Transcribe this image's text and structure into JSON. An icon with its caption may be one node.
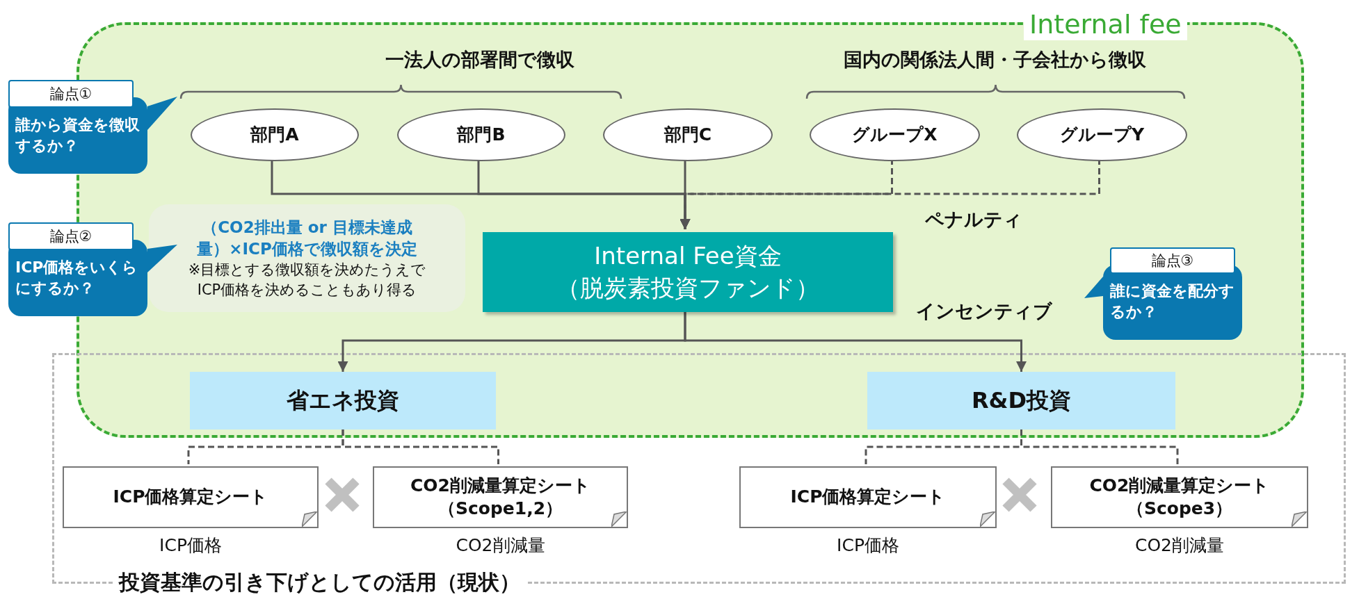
{
  "diagram": {
    "nodes": [
      {
        "text": [
          "Internal fee"
        ]
      },
      {
        "text": [
          "論点①",
          "誰から資金を徴収するか？"
        ]
      },
      {
        "text": [
          "部門A"
        ],
        "in": 0
      },
      {
        "text": [
          "部門B"
        ],
        "in": 0
      },
      {
        "text": [
          "部門C"
        ],
        "in": 0
      },
      {
        "text": [
          "グループX"
        ],
        "in": 0
      },
      {
        "text": [
          "グループY"
        ],
        "in": 0
      },
      {
        "text": [
          "論点②",
          "ICP価格をいくらにするか？"
        ]
      },
      {
        "text": [
          "（CO2排出量 or 目標未達成量）×ICP価格で徴収額を決定",
          "※目標とする徴収額を決めたうえでICP価格を決めることもあり得る"
        ],
        "in": 0
      },
      {
        "text": [
          "Internal Fee資金",
          "（脱炭素投資ファンド）"
        ],
        "in": 0
      },
      {
        "text": [
          "論点③",
          "誰に資金を配分するか？"
        ],
        "in": 0
      },
      {
        "text": [
          "省エネ投資"
        ]
      },
      {
        "text": [
          "R&D投資"
        ]
      },
      {
        "text": [
          "投資基準の引き下げとしての活用（現状）"
        ]
      },
      {
        "text": [
          "ICP価格算定シート"
        ],
        "in": 13,
        "beside": [
          "ICP価格"
        ]
      },
      {
        "text": [
          "CO2削減量算定シート",
          "（Scope1,2）"
        ],
        "in": 13,
        "beside": [
          "CO2削減量"
        ]
      },
      {
        "text": [
          "ICP価格算定シート"
        ],
        "in": 13,
        "beside": [
          "ICP価格"
        ]
      },
      {
        "text": [
          "CO2削減量算定シート",
          "（Scope3）"
        ],
        "in": 13,
        "beside": [
          "CO2削減量"
        ]
      }
    ],
    "edges": [
      {
        "from": 2,
        "to": 9,
        "arrow": "to"
      },
      {
        "from": 3,
        "to": 9,
        "arrow": "to"
      },
      {
        "from": 4,
        "to": 9,
        "arrow": "to"
      },
      {
        "from": 5,
        "to": 9,
        "arrow": "to",
        "style": "dashed"
      },
      {
        "from": 6,
        "to": 9,
        "arrow": "to",
        "style": "dashed"
      },
      {
        "from": 9,
        "to": 11,
        "arrow": "to"
      },
      {
        "from": 9,
        "to": 12,
        "arrow": "to"
      },
      {
        "from": 11,
        "to": 14,
        "arrow": "none",
        "style": "dashed"
      },
      {
        "from": 11,
        "to": 15,
        "arrow": "none",
        "style": "dashed"
      },
      {
        "from": 12,
        "to": 16,
        "arrow": "none",
        "style": "dashed"
      },
      {
        "from": 12,
        "to": 17,
        "arrow": "none",
        "style": "dashed"
      }
    ],
    "labels": [
      "一法人の部署間で徴収",
      "国内の関係法人間・子会社から徴収",
      "ペナルティ",
      "インセンティブ"
    ]
  }
}
